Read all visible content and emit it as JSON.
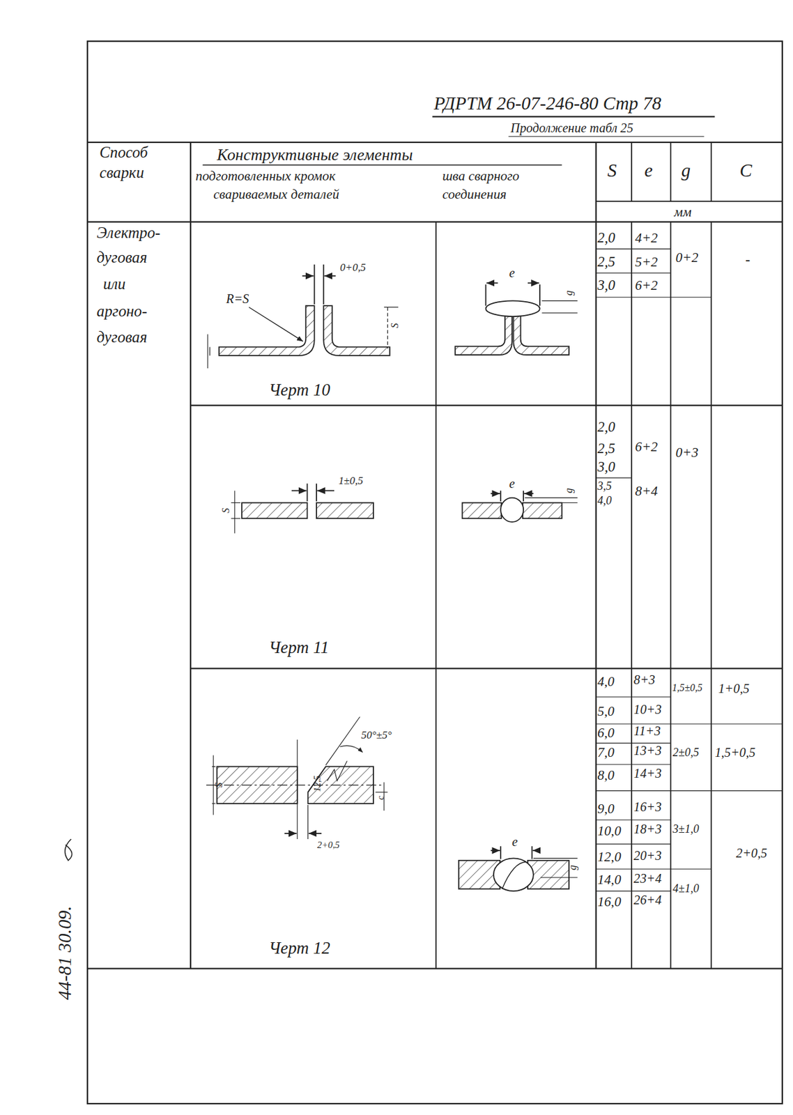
{
  "diagram": {
    "title": "РДРТМ 26-07-246-80 Стр 78",
    "labels": [
      "Продолжение табл 25",
      "Способ",
      "сварки",
      "Конструктивные элементы",
      "подготовленных кромок",
      "шва сварного",
      "свариваемых деталей",
      "соединения",
      "S",
      "e",
      "g",
      "C",
      "мм",
      "Электро-",
      "дуговая",
      "или",
      "аргоно-",
      "дуговая",
      "0+0,5",
      "R=S",
      "S",
      "Черт 10",
      "e",
      "g",
      "2,0",
      "2,5",
      "3,0",
      "4+2",
      "5+2",
      "6+2",
      "0+2",
      "-",
      "1±0,5",
      "S",
      "e",
      "g",
      "2,0",
      "2,5",
      "3,0",
      "3,5",
      "4,0",
      "6+2",
      "8+4",
      "0+3",
      "Черт 11",
      "50°±5°",
      "12,5",
      "c",
      "S",
      "2+0,5",
      "e",
      "g",
      "4,0",
      "5,0",
      "6,0",
      "7,0",
      "8,0",
      "9,0",
      "10,0",
      "12,0",
      "14,0",
      "16,0",
      "8+3",
      "10+3",
      "11+3",
      "13+3",
      "14+3",
      "16+3",
      "18+3",
      "20+3",
      "23+4",
      "26+4",
      "1,5±0,5",
      "2±0,5",
      "3±1,0",
      "4±1,0",
      "1+0,5",
      "1,5+0,5",
      "2+0,5",
      "Черт 12",
      "44-81 30.09."
    ]
  }
}
